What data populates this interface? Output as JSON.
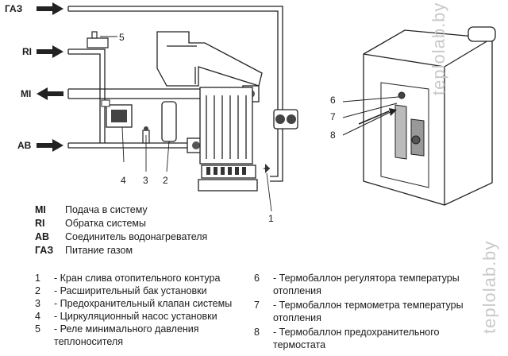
{
  "ports": {
    "gas": "ГАЗ",
    "ri": "RI",
    "mi": "MI",
    "ab": "AB"
  },
  "callouts_left": [
    "5",
    "4",
    "3",
    "2",
    "1"
  ],
  "callouts_right": [
    "6",
    "7",
    "8"
  ],
  "watermark": "teplolab.by",
  "legend": [
    {
      "abbr": "MI",
      "desc": "Подача в систему"
    },
    {
      "abbr": "RI",
      "desc": "Обратка системы"
    },
    {
      "abbr": "AB",
      "desc": "Соединитель водонагревателя"
    },
    {
      "abbr": "ГАЗ",
      "desc": "Питание газом"
    }
  ],
  "items_left": [
    {
      "num": "1",
      "text": "- Кран слива отопительного контура"
    },
    {
      "num": "2",
      "text": "- Расширительный бак установки"
    },
    {
      "num": "3",
      "text": "- Предохранительный клапан системы"
    },
    {
      "num": "4",
      "text": "- Циркуляционный насос установки"
    },
    {
      "num": "5",
      "text": "- Реле минимального давления",
      "text2": "теплоносителя"
    }
  ],
  "items_right": [
    {
      "num": "6",
      "text": "- Термобаллон регулятора температуры",
      "text2": "отопления"
    },
    {
      "num": "7",
      "text": "- Термобаллон термометра температуры",
      "text2": "отопления"
    },
    {
      "num": "8",
      "text": "- Термобаллон предохранительного",
      "text2": "термостата"
    }
  ]
}
